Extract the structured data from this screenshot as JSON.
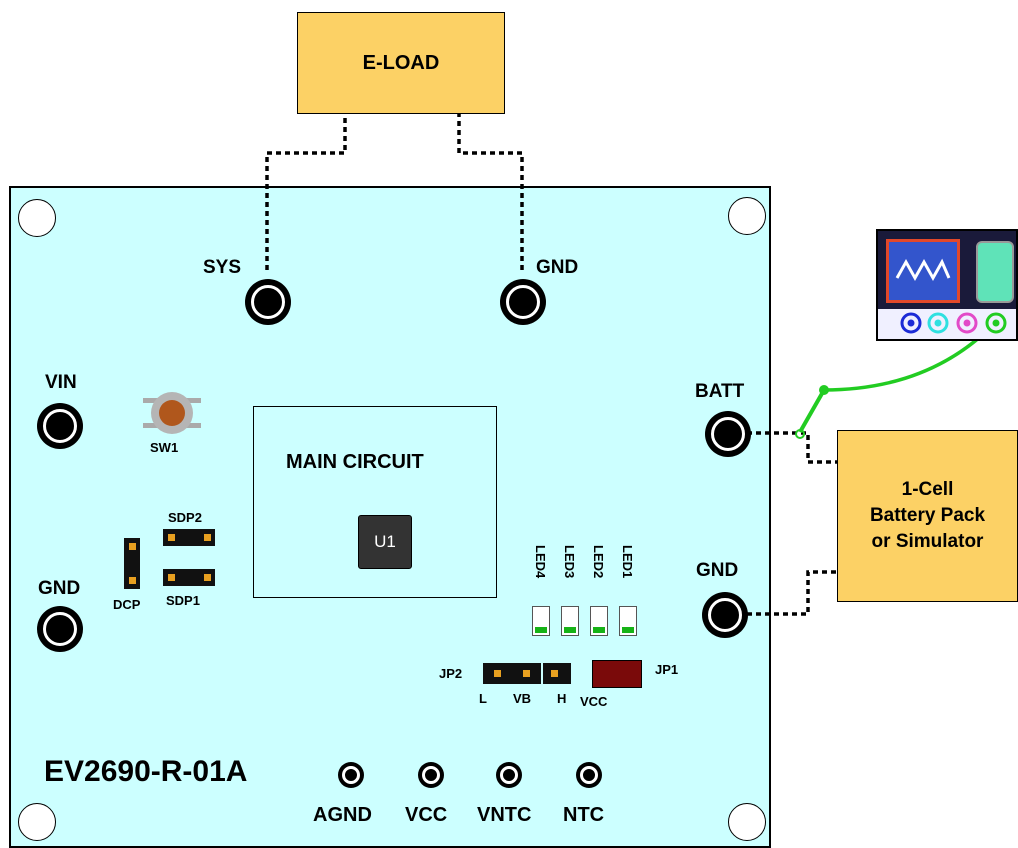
{
  "title": "EV2690-R-01A",
  "eload": "E-LOAD",
  "battery_pack": [
    "1-Cell",
    "Battery Pack",
    "or Simulator"
  ],
  "main_circuit": "MAIN CIRCUIT",
  "chip": "U1",
  "terminals": {
    "sys": "SYS",
    "gnd_top": "GND",
    "vin": "VIN",
    "gnd_left": "GND",
    "batt": "BATT",
    "gnd_right": "GND"
  },
  "switch": "SW1",
  "jumpers": {
    "sdp2": "SDP2",
    "sdp1": "SDP1",
    "dcp": "DCP",
    "jp2": "JP2",
    "jp1": "JP1",
    "jp2_pins": [
      "L",
      "VB",
      "H"
    ],
    "jp1_label": "VCC"
  },
  "leds": [
    "LED4",
    "LED3",
    "LED2",
    "LED1"
  ],
  "bottom_terminals": [
    "AGND",
    "VCC",
    "VNTC",
    "NTC"
  ],
  "colors": {
    "board": "#ccffff",
    "box": "#fcd165",
    "probe": "#22cc22",
    "jp1": "#7a0a0a",
    "led_on": "#17b317"
  },
  "icons": [
    "oscilloscope-icon",
    "sine-wave-icon",
    "push-button-icon"
  ]
}
